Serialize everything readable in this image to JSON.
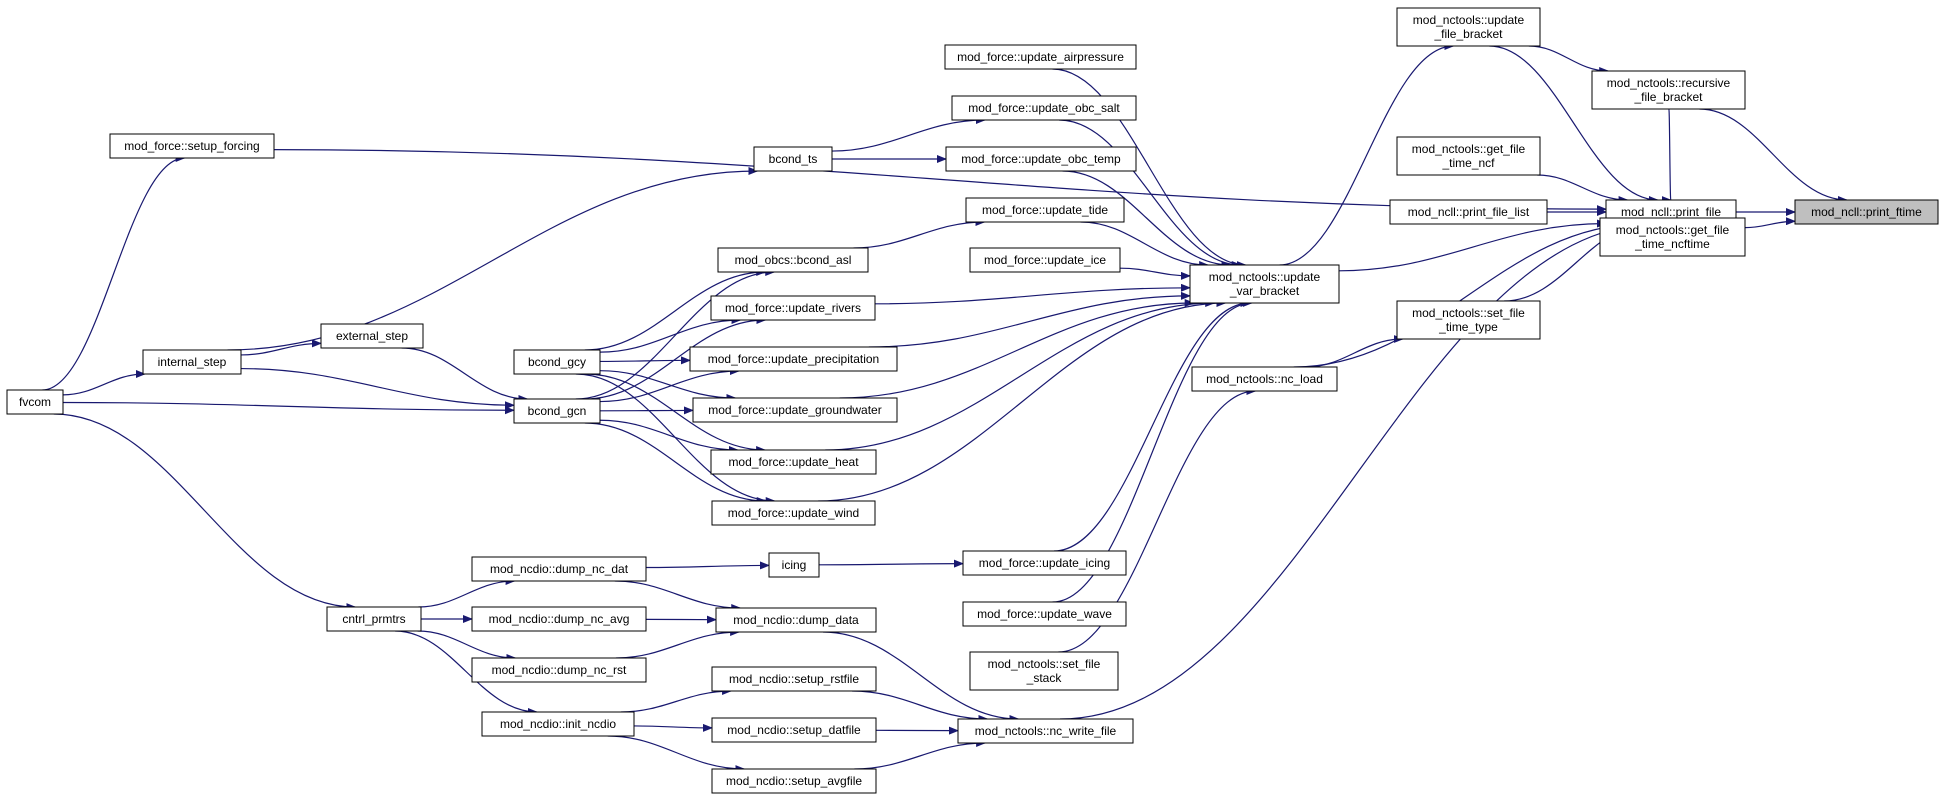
{
  "graph": {
    "root": "print_ftime",
    "nodes": [
      {
        "id": "print_ftime",
        "lines": [
          "mod_ncll::print_ftime"
        ],
        "focus": true
      },
      {
        "id": "print_file",
        "lines": [
          "mod_ncll::print_file"
        ]
      },
      {
        "id": "update_file_bracket",
        "lines": [
          "mod_nctools::update",
          "_file_bracket"
        ]
      },
      {
        "id": "recursive_file_bracket",
        "lines": [
          "mod_nctools::recursive",
          "_file_bracket"
        ]
      },
      {
        "id": "get_file_time_ncf",
        "lines": [
          "mod_nctools::get_file",
          "_time_ncf"
        ]
      },
      {
        "id": "print_file_list",
        "lines": [
          "mod_ncll::print_file_list"
        ]
      },
      {
        "id": "get_file_time_ncftime",
        "lines": [
          "mod_nctools::get_file",
          "_time_ncftime"
        ]
      },
      {
        "id": "update_var_bracket",
        "lines": [
          "mod_nctools::update",
          "_var_bracket"
        ]
      },
      {
        "id": "set_file_time_type",
        "lines": [
          "mod_nctools::set_file",
          "_time_type"
        ]
      },
      {
        "id": "nc_load",
        "lines": [
          "mod_nctools::nc_load"
        ]
      },
      {
        "id": "set_file_stack",
        "lines": [
          "mod_nctools::set_file",
          "_stack"
        ]
      },
      {
        "id": "nc_write_file",
        "lines": [
          "mod_nctools::nc_write_file"
        ]
      },
      {
        "id": "update_airpressure",
        "lines": [
          "mod_force::update_airpressure"
        ]
      },
      {
        "id": "update_obc_salt",
        "lines": [
          "mod_force::update_obc_salt"
        ]
      },
      {
        "id": "update_obc_temp",
        "lines": [
          "mod_force::update_obc_temp"
        ]
      },
      {
        "id": "update_tide",
        "lines": [
          "mod_force::update_tide"
        ]
      },
      {
        "id": "update_ice",
        "lines": [
          "mod_force::update_ice"
        ]
      },
      {
        "id": "update_icing",
        "lines": [
          "mod_force::update_icing"
        ]
      },
      {
        "id": "update_wave",
        "lines": [
          "mod_force::update_wave"
        ]
      },
      {
        "id": "bcond_ts",
        "lines": [
          "bcond_ts"
        ]
      },
      {
        "id": "bcond_asl",
        "lines": [
          "mod_obcs::bcond_asl"
        ]
      },
      {
        "id": "update_rivers",
        "lines": [
          "mod_force::update_rivers"
        ]
      },
      {
        "id": "update_precipitation",
        "lines": [
          "mod_force::update_precipitation"
        ]
      },
      {
        "id": "update_groundwater",
        "lines": [
          "mod_force::update_groundwater"
        ]
      },
      {
        "id": "update_heat",
        "lines": [
          "mod_force::update_heat"
        ]
      },
      {
        "id": "update_wind",
        "lines": [
          "mod_force::update_wind"
        ]
      },
      {
        "id": "bcond_gcy",
        "lines": [
          "bcond_gcy"
        ]
      },
      {
        "id": "bcond_gcn",
        "lines": [
          "bcond_gcn"
        ]
      },
      {
        "id": "external_step",
        "lines": [
          "external_step"
        ]
      },
      {
        "id": "internal_step",
        "lines": [
          "internal_step"
        ]
      },
      {
        "id": "setup_forcing",
        "lines": [
          "mod_force::setup_forcing"
        ]
      },
      {
        "id": "fvcom",
        "lines": [
          "fvcom"
        ]
      },
      {
        "id": "icing",
        "lines": [
          "icing"
        ]
      },
      {
        "id": "dump_data",
        "lines": [
          "mod_ncdio::dump_data"
        ]
      },
      {
        "id": "dump_nc_dat",
        "lines": [
          "mod_ncdio::dump_nc_dat"
        ]
      },
      {
        "id": "dump_nc_avg",
        "lines": [
          "mod_ncdio::dump_nc_avg"
        ]
      },
      {
        "id": "dump_nc_rst",
        "lines": [
          "mod_ncdio::dump_nc_rst"
        ]
      },
      {
        "id": "cntrl_prmtrs",
        "lines": [
          "cntrl_prmtrs"
        ]
      },
      {
        "id": "init_ncdio",
        "lines": [
          "mod_ncdio::init_ncdio"
        ]
      },
      {
        "id": "setup_rstfile",
        "lines": [
          "mod_ncdio::setup_rstfile"
        ]
      },
      {
        "id": "setup_datfile",
        "lines": [
          "mod_ncdio::setup_datfile"
        ]
      },
      {
        "id": "setup_avgfile",
        "lines": [
          "mod_ncdio::setup_avgfile"
        ]
      }
    ],
    "edges": [
      [
        "print_file",
        "print_ftime"
      ],
      [
        "get_file_time_ncftime",
        "print_ftime"
      ],
      [
        "recursive_file_bracket",
        "print_ftime"
      ],
      [
        "update_file_bracket",
        "recursive_file_bracket"
      ],
      [
        "update_file_bracket",
        "print_file"
      ],
      [
        "recursive_file_bracket",
        "print_file"
      ],
      [
        "get_file_time_ncf",
        "print_file"
      ],
      [
        "print_file_list",
        "print_file"
      ],
      [
        "update_var_bracket",
        "print_file"
      ],
      [
        "set_file_time_type",
        "print_file"
      ],
      [
        "nc_load",
        "print_file"
      ],
      [
        "nc_write_file",
        "print_file"
      ],
      [
        "setup_forcing",
        "print_file"
      ],
      [
        "update_var_bracket",
        "update_file_bracket"
      ],
      [
        "nc_load",
        "set_file_time_type"
      ],
      [
        "set_file_stack",
        "nc_load"
      ],
      [
        "update_airpressure",
        "update_var_bracket"
      ],
      [
        "update_obc_salt",
        "update_var_bracket"
      ],
      [
        "update_obc_temp",
        "update_var_bracket"
      ],
      [
        "update_tide",
        "update_var_bracket"
      ],
      [
        "update_ice",
        "update_var_bracket"
      ],
      [
        "update_rivers",
        "update_var_bracket"
      ],
      [
        "update_precipitation",
        "update_var_bracket"
      ],
      [
        "update_groundwater",
        "update_var_bracket"
      ],
      [
        "update_heat",
        "update_var_bracket"
      ],
      [
        "update_wind",
        "update_var_bracket"
      ],
      [
        "update_icing",
        "update_var_bracket"
      ],
      [
        "update_wave",
        "update_var_bracket"
      ],
      [
        "bcond_ts",
        "update_obc_salt"
      ],
      [
        "bcond_ts",
        "update_obc_temp"
      ],
      [
        "bcond_asl",
        "update_tide"
      ],
      [
        "internal_step",
        "bcond_ts"
      ],
      [
        "bcond_gcy",
        "bcond_asl"
      ],
      [
        "bcond_gcn",
        "bcond_asl"
      ],
      [
        "bcond_gcy",
        "update_rivers"
      ],
      [
        "bcond_gcn",
        "update_rivers"
      ],
      [
        "bcond_gcy",
        "update_precipitation"
      ],
      [
        "bcond_gcn",
        "update_precipitation"
      ],
      [
        "bcond_gcy",
        "update_groundwater"
      ],
      [
        "bcond_gcn",
        "update_groundwater"
      ],
      [
        "bcond_gcy",
        "update_heat"
      ],
      [
        "bcond_gcn",
        "update_heat"
      ],
      [
        "bcond_gcy",
        "update_wind"
      ],
      [
        "bcond_gcn",
        "update_wind"
      ],
      [
        "external_step",
        "bcond_gcn"
      ],
      [
        "internal_step",
        "bcond_gcn"
      ],
      [
        "internal_step",
        "external_step"
      ],
      [
        "fvcom",
        "internal_step"
      ],
      [
        "fvcom",
        "bcond_gcn"
      ],
      [
        "fvcom",
        "setup_forcing"
      ],
      [
        "fvcom",
        "cntrl_prmtrs"
      ],
      [
        "icing",
        "update_icing"
      ],
      [
        "dump_nc_dat",
        "icing"
      ],
      [
        "dump_nc_dat",
        "dump_data"
      ],
      [
        "dump_nc_avg",
        "dump_data"
      ],
      [
        "dump_nc_rst",
        "dump_data"
      ],
      [
        "cntrl_prmtrs",
        "dump_nc_dat"
      ],
      [
        "cntrl_prmtrs",
        "dump_nc_avg"
      ],
      [
        "cntrl_prmtrs",
        "dump_nc_rst"
      ],
      [
        "cntrl_prmtrs",
        "init_ncdio"
      ],
      [
        "dump_data",
        "nc_write_file"
      ],
      [
        "setup_rstfile",
        "nc_write_file"
      ],
      [
        "setup_datfile",
        "nc_write_file"
      ],
      [
        "setup_avgfile",
        "nc_write_file"
      ],
      [
        "init_ncdio",
        "setup_rstfile"
      ],
      [
        "init_ncdio",
        "setup_datfile"
      ],
      [
        "init_ncdio",
        "setup_avgfile"
      ]
    ]
  },
  "colors": {
    "edge": "#191970",
    "focus_fill": "#bfbfbf",
    "node_border": "#000000",
    "node_fill": "#ffffff"
  }
}
